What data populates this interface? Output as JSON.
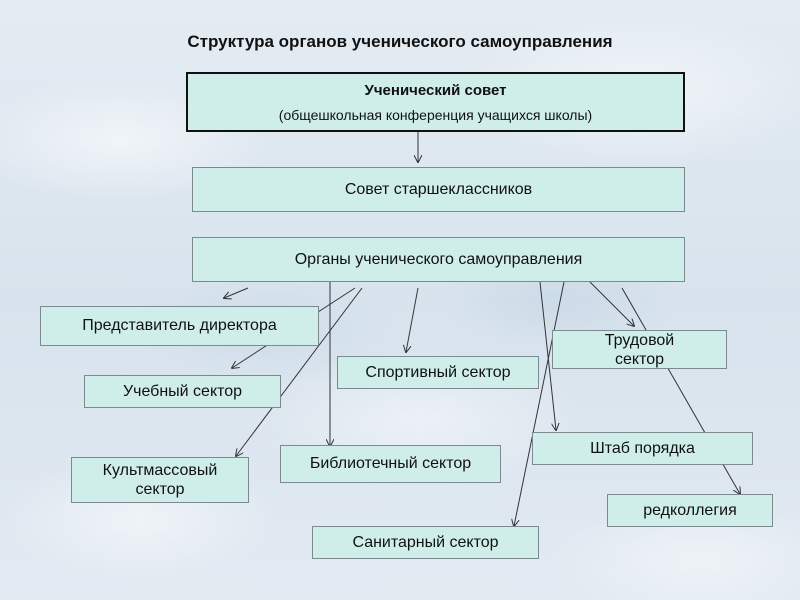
{
  "title": "Структура органов ученического самоуправления",
  "boxes": {
    "council": {
      "main": "Ученический совет",
      "sub": "(общешкольная конференция учащихся школы)"
    },
    "senior_council": "Совет старшеклассников",
    "bodies": "Органы ученического самоуправления",
    "director_rep": "Представитель директора",
    "study_sector": "Учебный сектор",
    "culture_sector": {
      "line1": "Культмассовый",
      "line2": "сектор"
    },
    "sport_sector": "Спортивный сектор",
    "library_sector": "Библиотечный сектор",
    "sanitary_sector": "Санитарный сектор",
    "labor_sector": {
      "line1": "Трудовой",
      "line2": "сектор"
    },
    "order_hq": "Штаб порядка",
    "editorial": "редколлегия"
  }
}
